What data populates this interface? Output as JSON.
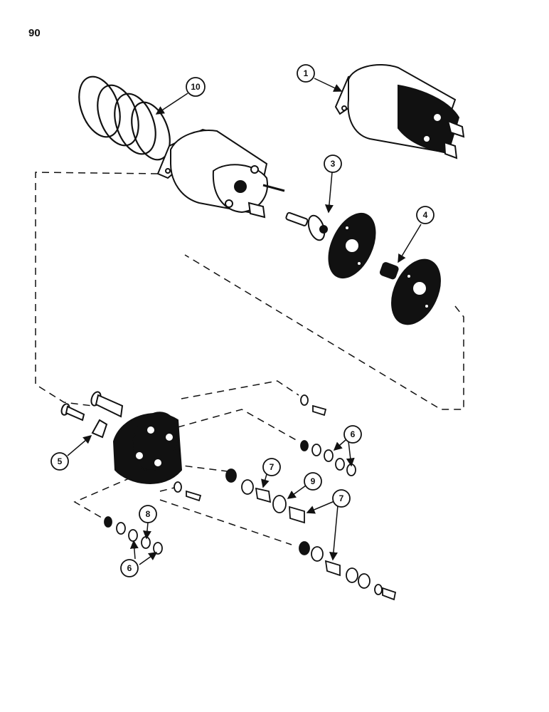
{
  "page": {
    "number": "90"
  },
  "callouts": [
    {
      "id": "c1",
      "label": "1"
    },
    {
      "id": "c3",
      "label": "3"
    },
    {
      "id": "c4",
      "label": "4"
    },
    {
      "id": "c5",
      "label": "5"
    },
    {
      "id": "c6a",
      "label": "6"
    },
    {
      "id": "c6b",
      "label": "6"
    },
    {
      "id": "c7a",
      "label": "7"
    },
    {
      "id": "c7b",
      "label": "7"
    },
    {
      "id": "c8",
      "label": "8"
    },
    {
      "id": "c9",
      "label": "9"
    },
    {
      "id": "c10",
      "label": "10"
    }
  ],
  "colors": {
    "ink": "#111111",
    "background": "#ffffff"
  }
}
